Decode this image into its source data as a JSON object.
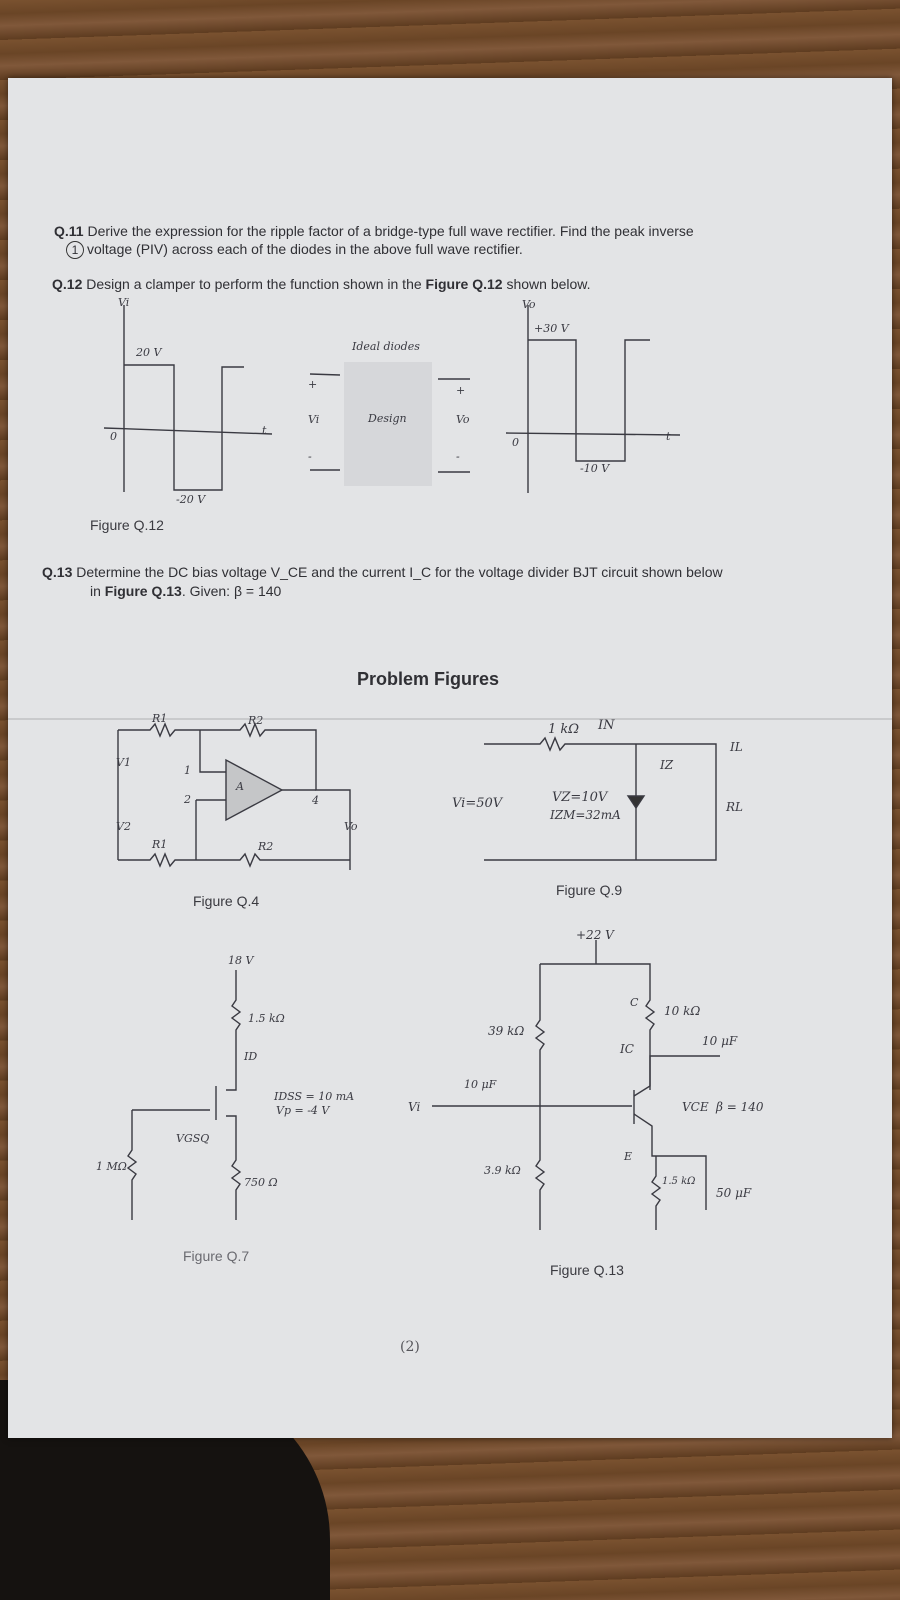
{
  "questions": {
    "q11": {
      "number": "Q.11",
      "mark": "1",
      "line1": "Derive the expression for the ripple factor of a bridge-type full wave rectifier. Find the peak inverse",
      "line2": "voltage (PIV) across each of the diodes in the above full wave rectifier."
    },
    "q12": {
      "number": "Q.12",
      "text_before": "Design a clamper to perform the function shown in the",
      "bold": "Figure Q.12",
      "text_after": "shown below."
    },
    "q13": {
      "number": "Q.13",
      "line1": "Determine the DC bias voltage V_CE and the current I_C for the voltage divider BJT circuit shown below",
      "line2_pre": "in",
      "line2_bold": "Figure Q.13",
      "line2_post": ". Given: β = 140"
    }
  },
  "fig_q12": {
    "caption": "Figure Q.12",
    "vi_label": "Vi",
    "vi_pos": "20 V",
    "vi_neg": "-20 V",
    "vo_label": "Vo",
    "vo_pos": "+30 V",
    "vo_neg": "-10 V",
    "zero": "0",
    "t_label": "t",
    "box_title": "Ideal diodes",
    "box_text": "Design",
    "plus": "+",
    "minus": "-"
  },
  "section_title": "Problem Figures",
  "fig_q4": {
    "caption": "Figure Q.4",
    "labels": [
      "R1",
      "R2",
      "R1",
      "R2",
      "V1",
      "V2",
      "Vo",
      "A",
      "1",
      "2",
      "4"
    ]
  },
  "fig_q9": {
    "caption": "Figure Q.9",
    "r_label": "1 kΩ",
    "in_label": "IN",
    "iz_label": "IZ",
    "il_label": "IL",
    "vi": "Vi=50V",
    "vz": "VZ=10V",
    "izm": "IZM=32mA",
    "rl": "RL"
  },
  "fig_q7": {
    "caption": "Figure Q.7",
    "vdd": "18 V",
    "rd": "1.5 kΩ",
    "id": "ID",
    "idss": "IDSS = 10 mA",
    "vp": "Vp = -4 V",
    "vgsq": "VGSQ",
    "rg": "1 MΩ",
    "rs": "750 Ω"
  },
  "fig_q13": {
    "caption": "Figure Q.13",
    "vcc": "+22 V",
    "r1": "39 kΩ",
    "rc": "10 kΩ",
    "c_out": "10 μF",
    "ic": "IC",
    "c_in": "10 μF",
    "vi": "Vi",
    "vce": "VCE",
    "beta": "β = 140",
    "r2": "3.9 kΩ",
    "re": "1.5 kΩ",
    "ce": "50 μF",
    "e": "E",
    "c": "C"
  },
  "page_number": "(2)"
}
